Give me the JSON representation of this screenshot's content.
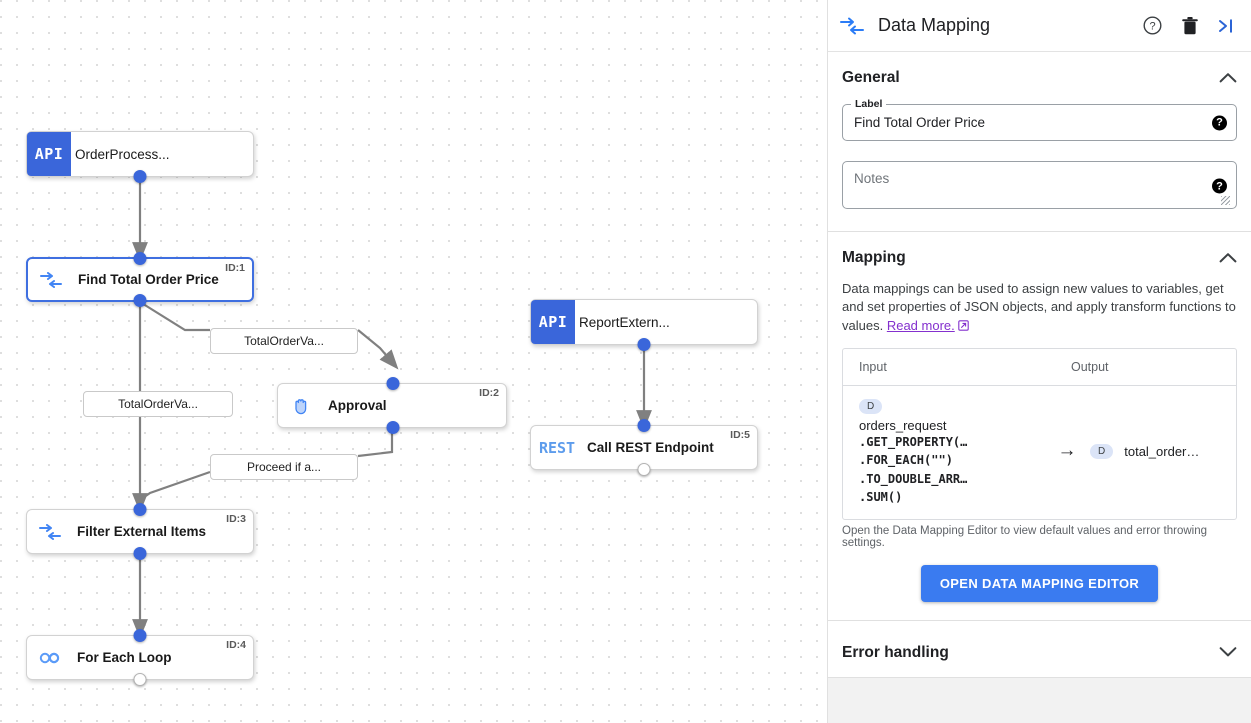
{
  "canvas": {
    "nodes": [
      {
        "id": "n0",
        "badge": "API",
        "badge_kind": "api",
        "title": "OrderProcess...",
        "idtag": ""
      },
      {
        "id": "n1",
        "icon": "data-mapping-icon",
        "title": "Find Total Order Price",
        "idtag": "ID:1",
        "selected": true
      },
      {
        "id": "n2",
        "icon": "hand-approval-icon",
        "title": "Approval",
        "idtag": "ID:2"
      },
      {
        "id": "n3",
        "icon": "data-mapping-icon",
        "title": "Filter External Items",
        "idtag": "ID:3"
      },
      {
        "id": "n4",
        "icon": "infinity-loop-icon",
        "title": "For Each Loop",
        "idtag": "ID:4"
      },
      {
        "id": "n5",
        "badge": "API",
        "badge_kind": "api",
        "title": "ReportExtern...",
        "idtag": ""
      },
      {
        "id": "n6",
        "badge": "REST",
        "badge_kind": "rest",
        "title": "Call REST Endpoint",
        "idtag": "ID:5"
      }
    ],
    "edge_labels": [
      {
        "id": "e1",
        "text": "TotalOrderVa..."
      },
      {
        "id": "e2",
        "text": "TotalOrderVa..."
      },
      {
        "id": "e3",
        "text": "Proceed if a..."
      }
    ]
  },
  "panel": {
    "header": {
      "icon": "data-mapping-icon",
      "title": "Data Mapping",
      "help_icon": "help-circle-icon",
      "delete_icon": "trash-icon",
      "collapse_icon": "collapse-panel-icon"
    },
    "general": {
      "title": "General",
      "collapse_chevron": "chevron-up-icon",
      "label_legend": "Label",
      "label_value": "Find Total Order Price",
      "notes_placeholder": "Notes",
      "notes_value": "",
      "help_glyph": "?"
    },
    "mapping": {
      "title": "Mapping",
      "collapse_chevron": "chevron-up-icon",
      "description": "Data mappings can be used to assign new values to variables, get and set properties of JSON objects, and apply transform functions to values.",
      "read_more": "Read more.",
      "external_link_icon": "external-link-icon",
      "table": {
        "columns": [
          "Input",
          "Output"
        ],
        "rows": [
          {
            "input_badge": "D",
            "input_var": "orders_request",
            "input_expr": [
              ".GET_PROPERTY(…",
              ".FOR_EACH(\"\")",
              ".TO_DOUBLE_ARR…",
              ".SUM()"
            ],
            "arrow": "→",
            "output_badge": "D",
            "output_name": "total_order…"
          }
        ]
      },
      "hint": "Open the Data Mapping Editor to view default values and error throwing settings.",
      "button_label": "OPEN DATA MAPPING EDITOR"
    },
    "error_handling": {
      "title": "Error handling",
      "collapse_chevron": "chevron-down-icon"
    }
  },
  "colors": {
    "accent_blue": "#3a66da",
    "button_blue": "#3a7bf0",
    "link_purple": "#8430ce",
    "rest_blue": "#5d9cec",
    "pill_blue": "#dbe4f7"
  }
}
